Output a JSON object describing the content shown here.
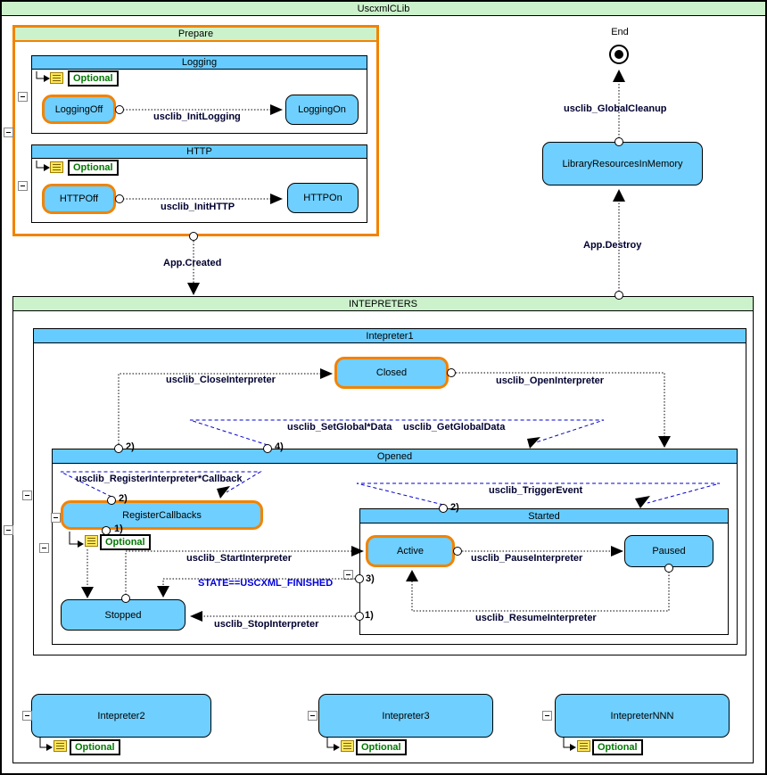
{
  "colors": {
    "container_green": "#ccf2cc",
    "header_blue": "#66ccff",
    "state_blue": "#6fcffe",
    "accent_orange": "#f28300",
    "guard_blue": "#0000dd",
    "dashed_blue": "#0000cc",
    "note_yellow": "#ffe75c",
    "optional_green": "#007700"
  },
  "window": {
    "title": "UscxmlCLib"
  },
  "prepare": {
    "title": "Prepare",
    "logging": {
      "title": "Logging",
      "optional_label": "Optional",
      "off_state": "LoggingOff",
      "on_state": "LoggingOn",
      "transition_label": "usclib_InitLogging"
    },
    "http": {
      "title": "HTTP",
      "optional_label": "Optional",
      "off_state": "HTTPOff",
      "on_state": "HTTPOn",
      "transition_label": "usclib_InitHTTP"
    }
  },
  "global": {
    "end_label": "End",
    "cleanup_transition": "usclib_GlobalCleanup",
    "library_state": "LibraryResourcesInMemory",
    "destroy_transition": "App.Destroy",
    "created_transition": "App.Created"
  },
  "interpreters": {
    "title": "INTEPRETERS",
    "interpreter1": {
      "title": "Intepreter1",
      "closed_state": "Closed",
      "close_transition": "usclib_CloseInterpreter",
      "open_transition": "usclib_OpenInterpreter",
      "set_global_transition": "usclib_SetGlobal*Data",
      "get_global_transition": "usclib_GetGlobalData",
      "anchor_2": "2)",
      "anchor_4": "4)",
      "opened": {
        "title": "Opened",
        "register_transition": "usclib_RegisterInterpreter*Callback",
        "register_state": "RegisterCallbacks",
        "register_anchor_top": "2)",
        "register_anchor_bottom": "1)",
        "optional_label": "Optional",
        "start_transition": "usclib_StartInterpreter",
        "finished_guard": "STATE==USCXML_FINISHED",
        "stopped_state": "Stopped",
        "stop_transition": "usclib_StopInterpreter",
        "started": {
          "title": "Started",
          "trigger_transition": "usclib_TriggerEvent",
          "anchor_top": "2)",
          "anchor_left_upper": "3)",
          "anchor_left_lower": "1)",
          "active_state": "Active",
          "pause_transition": "usclib_PauseInterpreter",
          "paused_state": "Paused",
          "resume_transition": "usclib_ResumeInterpreter"
        }
      }
    },
    "interpreter2": {
      "label": "Intepreter2",
      "optional_label": "Optional"
    },
    "interpreter3": {
      "label": "Intepreter3",
      "optional_label": "Optional"
    },
    "interpreterNNN": {
      "label": "IntepreterNNN",
      "optional_label": "Optional"
    }
  }
}
